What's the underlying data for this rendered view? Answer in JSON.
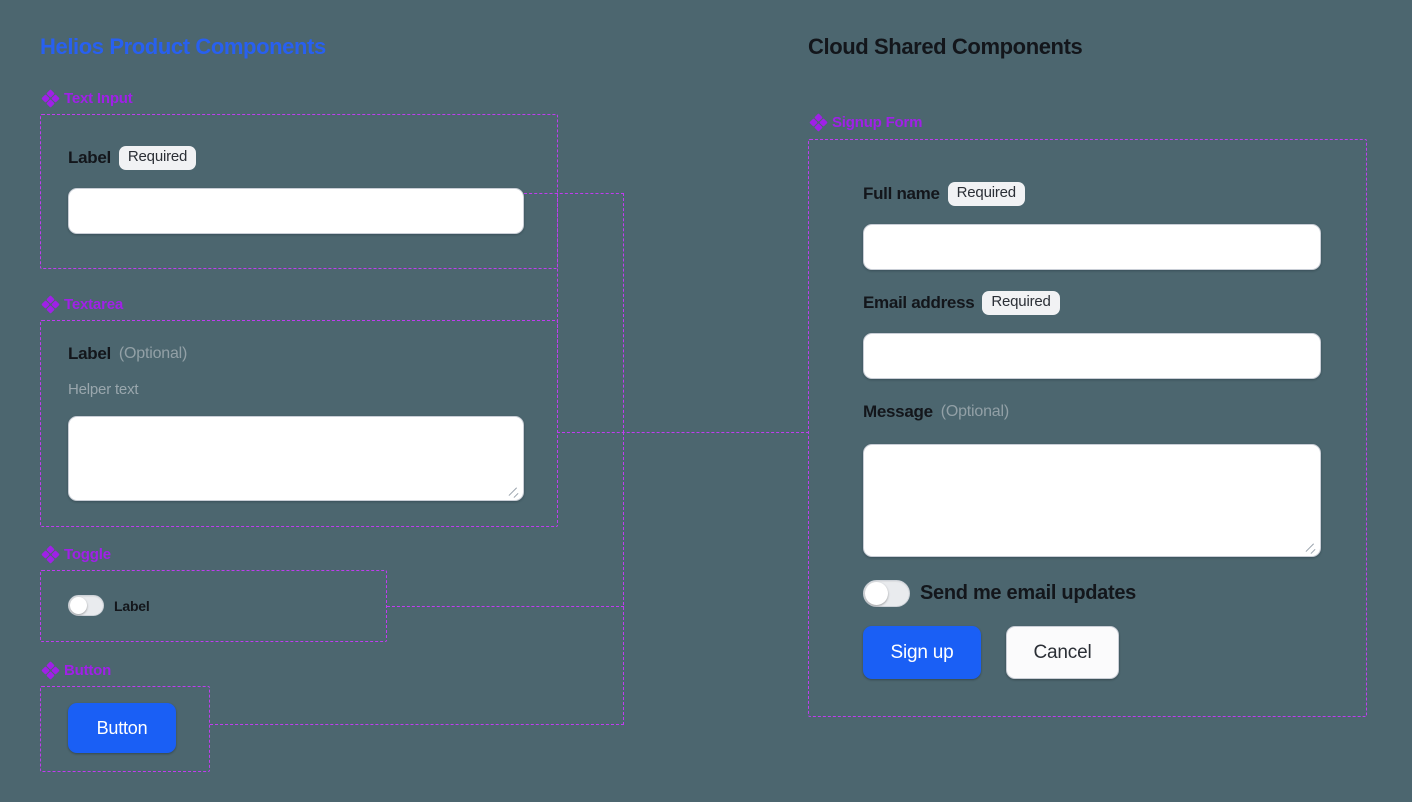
{
  "columns": {
    "left": {
      "title": "Helios Product Components",
      "title_color": "#2860f0"
    },
    "right": {
      "title": "Cloud Shared Components",
      "title_color": "#13161b"
    }
  },
  "theme": {
    "background": "#4c666f",
    "frame_border": "#c03cf0",
    "section_heading": "#a020e8",
    "primary_button": "#1a5ff5",
    "badge_bg": "#f1f2f4",
    "muted_text": "#92a0a6"
  },
  "left_components": [
    {
      "id": "text-input",
      "heading": "Text Input",
      "icon": "component-diamond-icon",
      "label": "Label",
      "badge": "Required",
      "value": "",
      "placeholder": ""
    },
    {
      "id": "textarea",
      "heading": "Textarea",
      "icon": "component-diamond-icon",
      "label": "Label",
      "optional": "(Optional)",
      "helper": "Helper text",
      "value": "",
      "placeholder": ""
    },
    {
      "id": "toggle",
      "heading": "Toggle",
      "icon": "component-diamond-icon",
      "label": "Label",
      "state": "off"
    },
    {
      "id": "button",
      "heading": "Button",
      "icon": "component-diamond-icon",
      "label": "Button"
    }
  ],
  "right_components": [
    {
      "id": "signup-form",
      "heading": "Signup Form",
      "icon": "component-diamond-icon",
      "fields": [
        {
          "label": "Full name",
          "badge": "Required",
          "value": "",
          "placeholder": "",
          "type": "text"
        },
        {
          "label": "Email address",
          "badge": "Required",
          "value": "",
          "placeholder": "",
          "type": "text"
        },
        {
          "label": "Message",
          "optional": "(Optional)",
          "value": "",
          "placeholder": "",
          "type": "textarea"
        }
      ],
      "toggle": {
        "label": "Send me email updates",
        "state": "off"
      },
      "actions": {
        "primary": "Sign up",
        "secondary": "Cancel"
      }
    }
  ]
}
